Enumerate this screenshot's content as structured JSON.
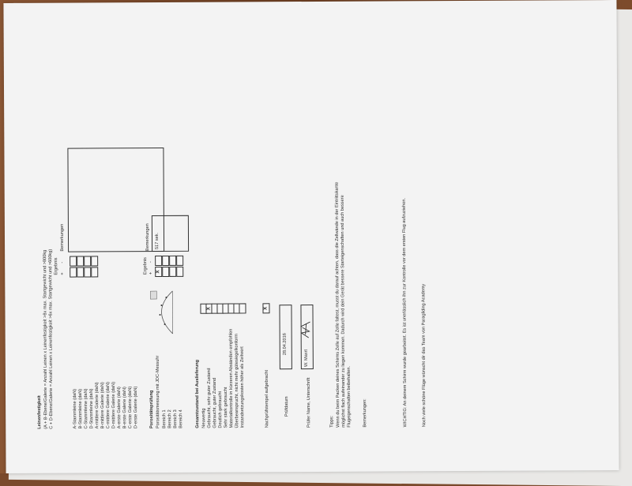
{
  "lf": {
    "title": "Leinenfestigkeit",
    "f1": "(A + B-Ebene/Galerie = Anzahl Leinen x Leinenfestigkeit >8x max. Startgewicht und >800kg",
    "f2": "C + D-Ebene/Galerie = Anzahl Leinen x Leinenfestigkeit >6x max. Startgewicht und >600kg)",
    "ergebnis": "Ergebnis",
    "plus": "+",
    "minus": "-",
    "bemerkungen": "Bemerkungen",
    "rows": [
      "A-Stammleine (daN)",
      "B-Stammleine (daN)",
      "C-Stammleine (daN)",
      "D-Stammleine (daN)",
      "A-mittlere Galerie (daN)",
      "B-mittlere Galerie (daN)",
      "C-mittlere Galerie (daN)",
      "D-mittlere Galerie (daN)",
      "A-erste Galerie (daN)",
      "B-erste Galerie (daN)",
      "C-erste Galerie (daN)",
      "D-erste Galerie (daN)"
    ]
  },
  "por": {
    "title": "Porositätsprüfung",
    "sub": "Porositätsmessung mit JDC-Messuhr",
    "rows": [
      "Bereich 1",
      "Bereich 2",
      "Bereich 3",
      "Bereich 4"
    ],
    "ergebnis": "Ergebnis",
    "plus": "+",
    "minus": "-",
    "bemerkungen": "Bemerkungen",
    "remark": "517 sek.",
    "mark": "X"
  },
  "ges": {
    "title": "Gesamtzustand bei Auslieferung",
    "rows": [
      "Neuwertig",
      "Gebraucht, sehr guter Zustand",
      "Gebraucht, guter Zustand",
      "Deutlich gebraucht",
      "Sehr stark gebraucht",
      "Materialkontrolle in kürzeren Abständen empfohlen",
      "Überbeansprucht, nicht mehr gütesiegelkonform",
      "Instandsetzungskosten höher als Zeitwert"
    ],
    "mark": "X"
  },
  "sig": {
    "stempel": "Nachprüfstempel aufgebracht",
    "stempel_mark": "X",
    "datum_label": "Prüfdatum",
    "datum_value": "28.04.2016",
    "name_label": "Prüfer Name, Unterschrift",
    "name_value": "W. Maxrt"
  },
  "tipp": {
    "title": "Tipps:",
    "l1": "Wenn du beim Packen deines Schirms Zelle auf Zelle faltest, musst du darauf achten, dass die Zellwände in der Eintrittskante",
    "l2": "möglichst flach aufeinander zu liegen kommen. Dadurch wird dein Gerät bessere Starteigenschaften und auch bessere",
    "l3": "Flugeigenschaften beibehalten."
  },
  "bem": {
    "title": "Bemerkungen:"
  },
  "foot": {
    "wichtig": "WICHTIG: An deinem Schirm wurde gearbeitet. Es ist unerlässlich ihn zur Kontrolle vor dem ersten Flug aufzuziehen.",
    "gruss": "Noch viele schöne Flüge wünscht dir das Team von Paragliding Academy"
  }
}
